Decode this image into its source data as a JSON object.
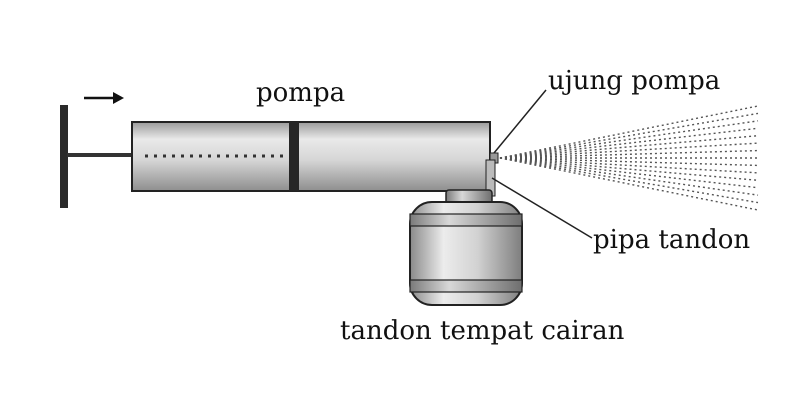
{
  "labels": {
    "pompa": "pompa",
    "ujung_pompa": "ujung pompa",
    "pipa_tandon": "pipa tandon",
    "tandon": "tandon tempat cairan"
  },
  "direction_arrow": "→",
  "colors": {
    "barrel_light": "#e8e8e8",
    "barrel_mid": "#c4c4c4",
    "barrel_dark": "#8a8a8a",
    "outline": "#222222",
    "piston": "#2a2a2a",
    "spray": "#555555"
  }
}
